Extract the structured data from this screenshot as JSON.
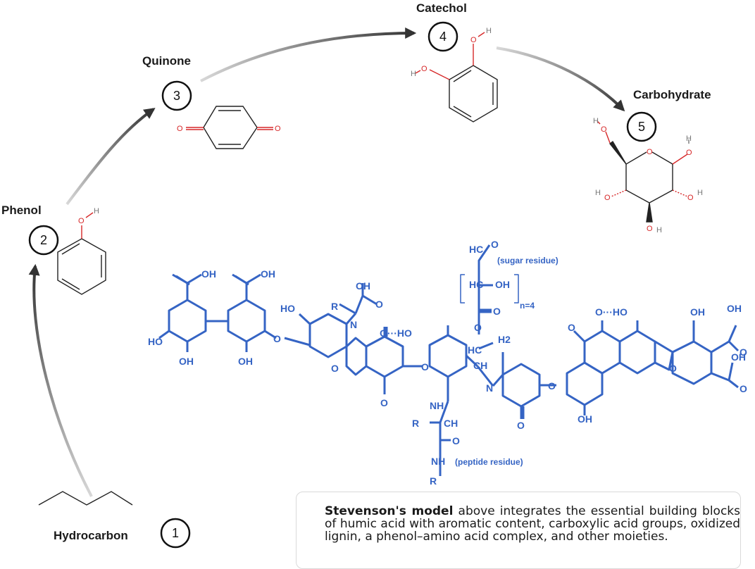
{
  "steps": [
    {
      "number": "1",
      "label": "Hydrocarbon"
    },
    {
      "number": "2",
      "label": "Phenol"
    },
    {
      "number": "3",
      "label": "Quinone"
    },
    {
      "number": "4",
      "label": "Catechol"
    },
    {
      "number": "5",
      "label": "Carbohydrate"
    }
  ],
  "atoms": {
    "oxygen": "O",
    "hydrogen": "H"
  },
  "humic_structure": {
    "color": "#3564c4",
    "sugar_residue": "(sugar residue)",
    "peptide_residue": "(peptide residue)",
    "repeat": "n=4",
    "groups": {
      "oh": "OH",
      "ho": "HO",
      "cooh": "OH",
      "o": "O",
      "r": "R",
      "ch": "CH",
      "nh": "NH",
      "n": "N",
      "hc": "HC",
      "h2": "H2",
      "ho_dots": "O···HO"
    }
  },
  "caption": {
    "bold": "Stevenson's model",
    "rest": " above integrates the essential building blocks of humic acid with aromatic content, carboxylic acid groups, oxidized lignin, a phenol–amino acid complex, and other moieties."
  }
}
